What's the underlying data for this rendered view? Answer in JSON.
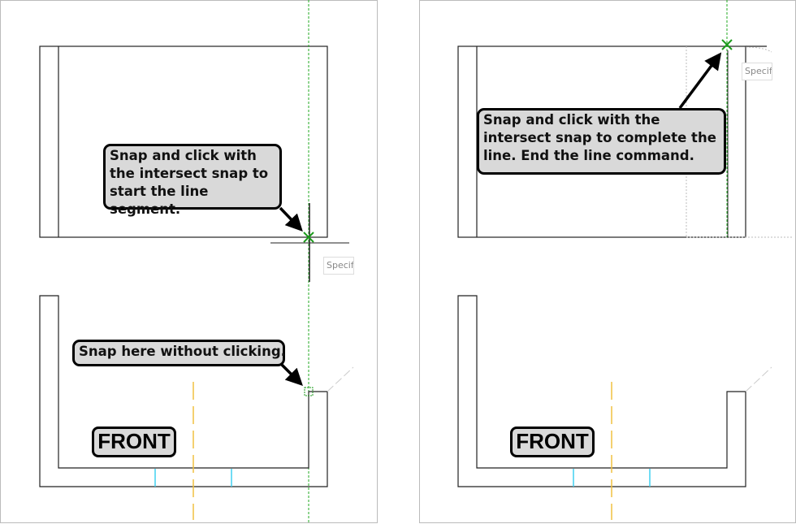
{
  "left_panel": {
    "callout_start": "Snap and click with the intersect snap to start the line segment.",
    "callout_snap": "Snap here without clicking.",
    "view_label": "FRONT",
    "tooltip": "Specify"
  },
  "right_panel": {
    "callout_complete": "Snap and click with the intersect snap to complete the line. End the line command.",
    "view_label": "FRONT",
    "tooltip": "Specify"
  },
  "colors": {
    "snap_marker": "#1a9a1a",
    "tracking_line": "#22aa22",
    "center_line": "#f0c040",
    "hidden_line": "#40d0f0",
    "callout_fill": "#d9d9d9"
  }
}
